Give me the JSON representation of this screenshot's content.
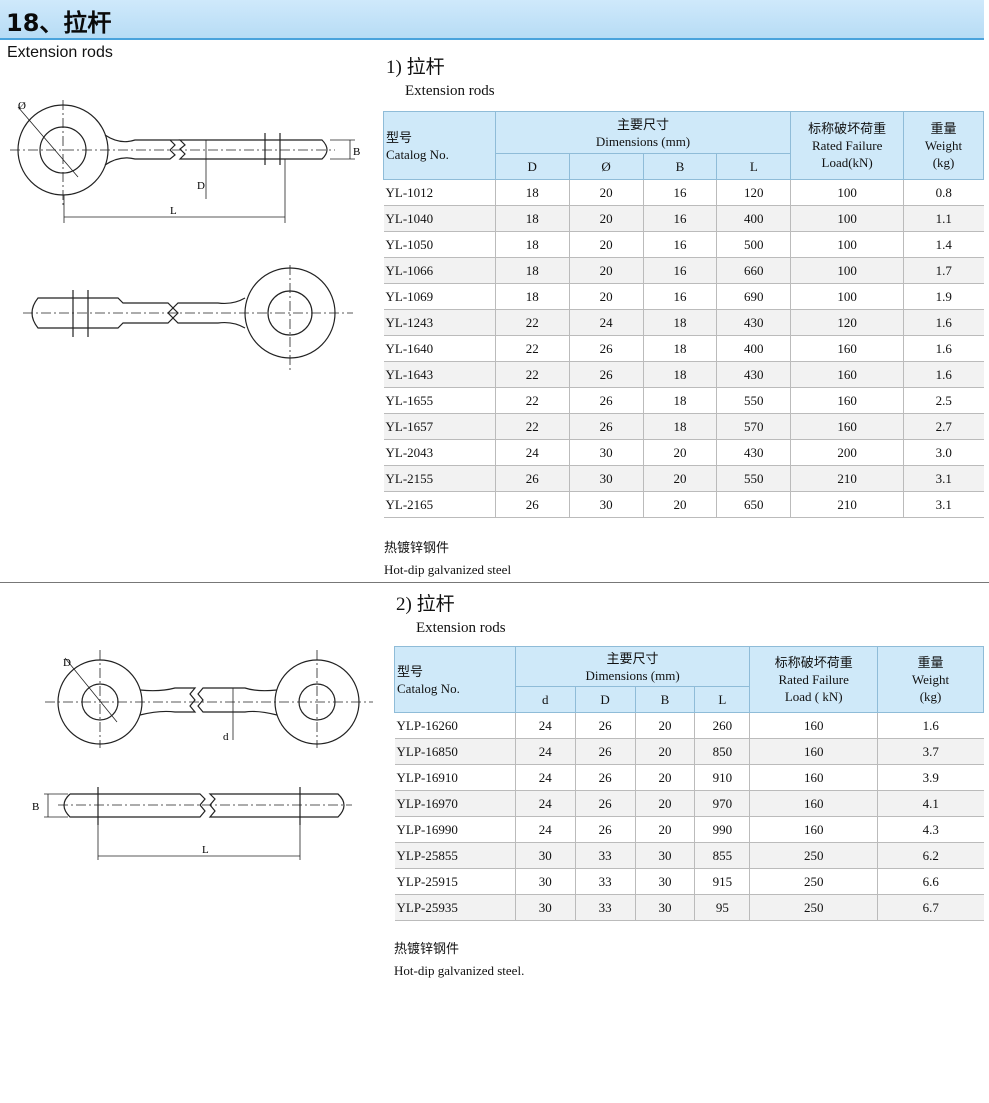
{
  "header": {
    "title": "18、拉杆"
  },
  "intro": {
    "subtitle": "Extension rods"
  },
  "section1": {
    "title": "1) 拉杆",
    "subtitle": "Extension rods",
    "note_cn": "热镀锌钢件",
    "note_en": "Hot-dip galvanized steel",
    "headers": {
      "catalog_cn": "型号",
      "catalog_en": "Catalog No.",
      "dims_cn": "主要尺寸",
      "dims_en": "Dimensions (mm)",
      "load_cn": "标称破坏荷重",
      "load_en1": "Rated Failure",
      "load_en2": "Load(kN)",
      "weight_cn": "重量",
      "weight_en": "Weight",
      "weight_unit": "(kg)",
      "cols": [
        "D",
        "Ø",
        "B",
        "L"
      ]
    },
    "rows": [
      [
        "YL-1012",
        "18",
        "20",
        "16",
        "120",
        "100",
        "0.8"
      ],
      [
        "YL-1040",
        "18",
        "20",
        "16",
        "400",
        "100",
        "1.1"
      ],
      [
        "YL-1050",
        "18",
        "20",
        "16",
        "500",
        "100",
        "1.4"
      ],
      [
        "YL-1066",
        "18",
        "20",
        "16",
        "660",
        "100",
        "1.7"
      ],
      [
        "YL-1069",
        "18",
        "20",
        "16",
        "690",
        "100",
        "1.9"
      ],
      [
        "YL-1243",
        "22",
        "24",
        "18",
        "430",
        "120",
        "1.6"
      ],
      [
        "YL-1640",
        "22",
        "26",
        "18",
        "400",
        "160",
        "1.6"
      ],
      [
        "YL-1643",
        "22",
        "26",
        "18",
        "430",
        "160",
        "1.6"
      ],
      [
        "YL-1655",
        "22",
        "26",
        "18",
        "550",
        "160",
        "2.5"
      ],
      [
        "YL-1657",
        "22",
        "26",
        "18",
        "570",
        "160",
        "2.7"
      ],
      [
        "YL-2043",
        "24",
        "30",
        "20",
        "430",
        "200",
        "3.0"
      ],
      [
        "YL-2155",
        "26",
        "30",
        "20",
        "550",
        "210",
        "3.1"
      ],
      [
        "YL-2165",
        "26",
        "30",
        "20",
        "650",
        "210",
        "3.1"
      ]
    ],
    "drawing_labels": {
      "phi": "Ø",
      "D": "D",
      "B": "B",
      "L": "L"
    }
  },
  "section2": {
    "title": "2) 拉杆",
    "subtitle": "Extension rods",
    "note_cn": "热镀锌钢件",
    "note_en": "Hot-dip galvanized steel.",
    "headers": {
      "catalog_cn": "型号",
      "catalog_en": "Catalog No.",
      "dims_cn": "主要尺寸",
      "dims_en": "Dimensions (mm)",
      "load_cn": "标称破坏荷重",
      "load_en1": "Rated Failure",
      "load_en2": "Load ( kN)",
      "weight_cn": "重量",
      "weight_en": "Weight",
      "weight_unit": "(kg)",
      "cols": [
        "d",
        "D",
        "B",
        "L"
      ]
    },
    "rows": [
      [
        "YLP-16260",
        "24",
        "26",
        "20",
        "260",
        "160",
        "1.6"
      ],
      [
        "YLP-16850",
        "24",
        "26",
        "20",
        "850",
        "160",
        "3.7"
      ],
      [
        "YLP-16910",
        "24",
        "26",
        "20",
        "910",
        "160",
        "3.9"
      ],
      [
        "YLP-16970",
        "24",
        "26",
        "20",
        "970",
        "160",
        "4.1"
      ],
      [
        "YLP-16990",
        "24",
        "26",
        "20",
        "990",
        "160",
        "4.3"
      ],
      [
        "YLP-25855",
        "30",
        "33",
        "30",
        "855",
        "250",
        "6.2"
      ],
      [
        "YLP-25915",
        "30",
        "33",
        "30",
        "915",
        "250",
        "6.6"
      ],
      [
        "YLP-25935",
        "30",
        "33",
        "30",
        "95",
        "250",
        "6.7"
      ]
    ],
    "drawing_labels": {
      "D": "D",
      "d": "d",
      "B": "B",
      "L": "L"
    }
  }
}
